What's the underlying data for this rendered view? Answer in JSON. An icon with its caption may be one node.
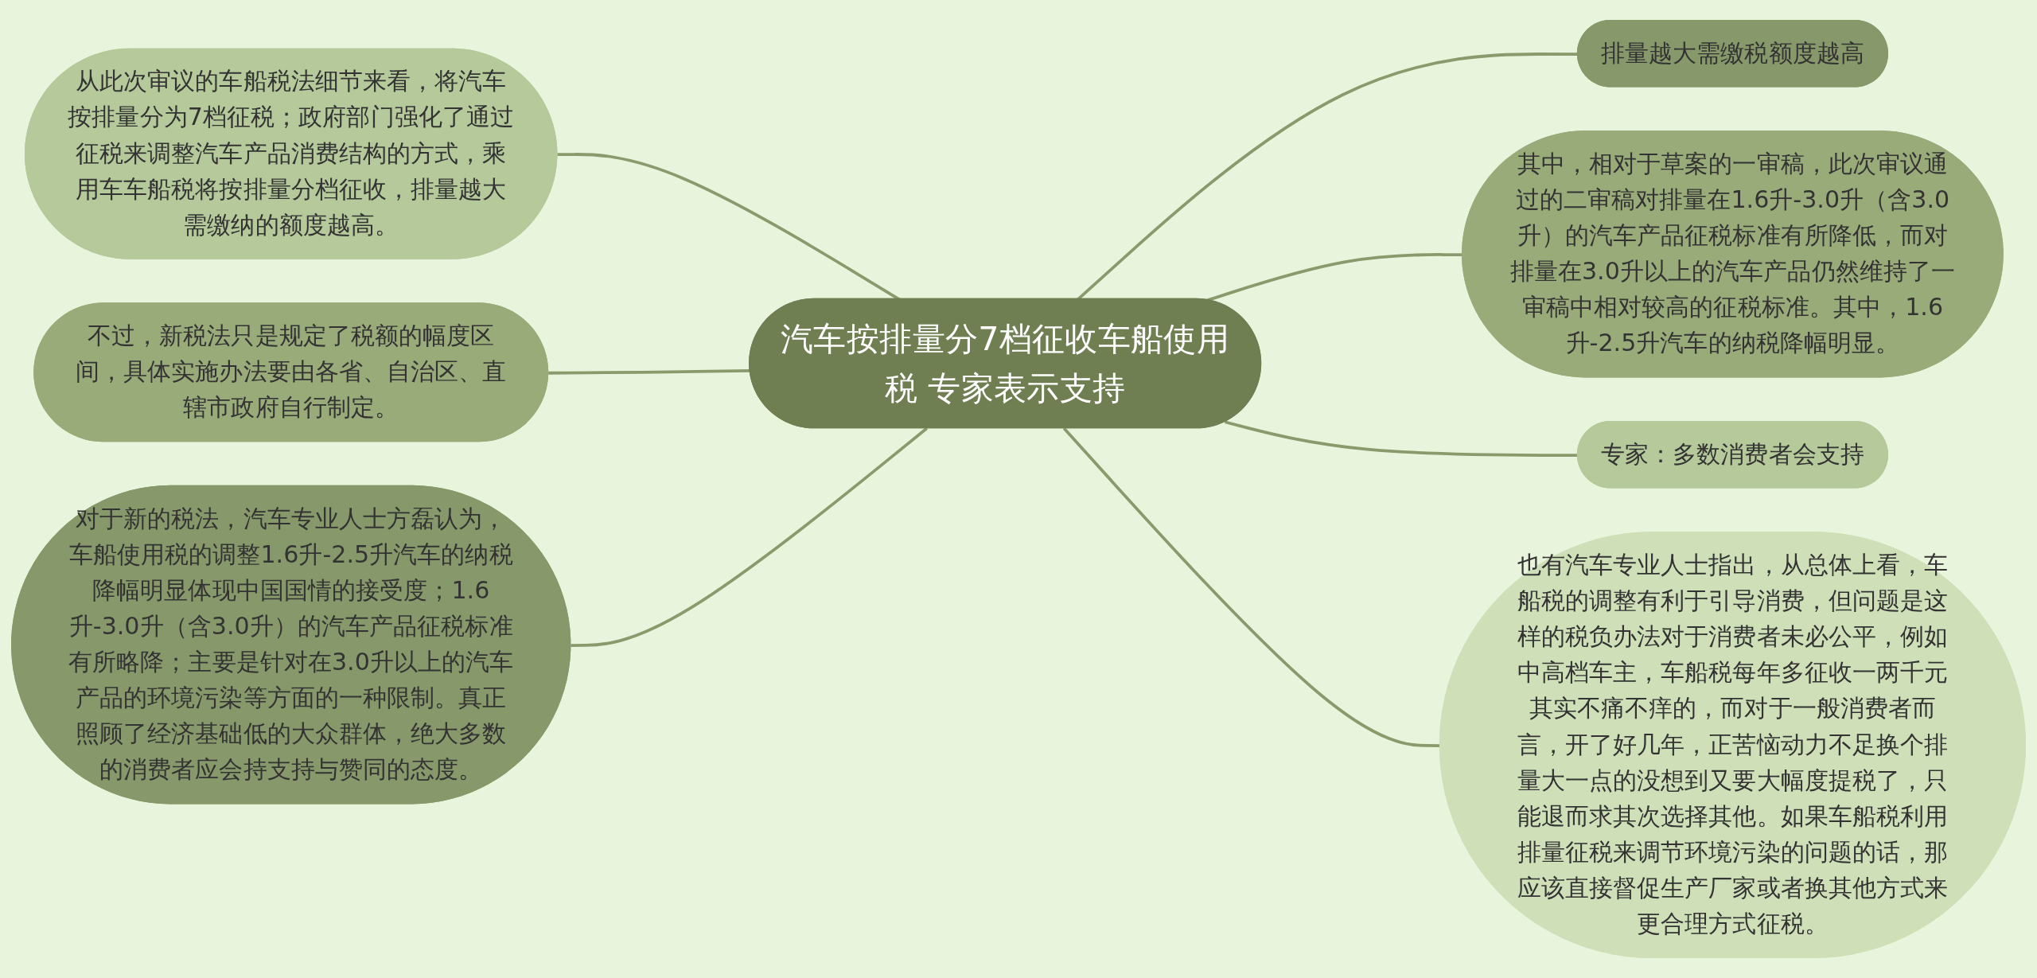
{
  "diagram": {
    "nodes": [
      {
        "text": [
          "汽车按排量分7档征收车船使用税 专家表示支持"
        ]
      },
      {
        "text": [
          "从此次审议的车船税法细节来看，将汽车按排量分为7档征税；政府部门强化了通过征税来调整汽车产品消费结构的方式，乘用车车船税将按排量分档征收，排量越大需缴纳的额度越高。"
        ]
      },
      {
        "text": [
          "不过，新税法只是规定了税额的幅度区间，具体实施办法要由各省、自治区、直辖市政府自行制定。"
        ]
      },
      {
        "text": [
          "对于新的税法，汽车专业人士方磊认为，车船使用税的调整1.6升-2.5升汽车的纳税降幅明显体现中国国情的接受度；1.6升-3.0升（含3.0升）的汽车产品征税标准有所略降；主要是针对在3.0升以上的汽车产品的环境污染等方面的一种限制。真正照顾了经济基础低的大众群体，绝大多数的消费者应会持支持与赞同的态度。"
        ]
      },
      {
        "text": [
          "排量越大需缴税额度越高"
        ]
      },
      {
        "text": [
          "其中，相对于草案的一审稿，此次审议通过的二审稿对排量在1.6升-3.0升（含3.0升）的汽车产品征税标准有所降低，而对排量在3.0升以上的汽车产品仍然维持了一审稿中相对较高的征税标准。其中，1.6升-2.5升汽车的纳税降幅明显。"
        ]
      },
      {
        "text": [
          "专家：多数消费者会支持"
        ]
      },
      {
        "text": [
          "也有汽车专业人士指出，从总体上看，车船税的调整有利于引导消费，但问题是这样的税负办法对于消费者未必公平，例如中高档车主，车船税每年多征收一两千元其实不痛不痒的，而对于一般消费者而言，开了好几年，正苦恼动力不足换个排量大一点的没想到又要大幅度提税了，只能退而求其次选择其他。如果车船税利用排量征税来调节环境污染的问题的话，那应该直接督促生产厂家或者换其他方式来更合理方式征税。"
        ]
      }
    ],
    "edges": [
      {
        "from": 0,
        "to": 1,
        "arrow": "none"
      },
      {
        "from": 0,
        "to": 2,
        "arrow": "none"
      },
      {
        "from": 0,
        "to": 3,
        "arrow": "none"
      },
      {
        "from": 0,
        "to": 4,
        "arrow": "none"
      },
      {
        "from": 0,
        "to": 5,
        "arrow": "none"
      },
      {
        "from": 0,
        "to": 6,
        "arrow": "none"
      },
      {
        "from": 0,
        "to": 7,
        "arrow": "none"
      }
    ]
  }
}
